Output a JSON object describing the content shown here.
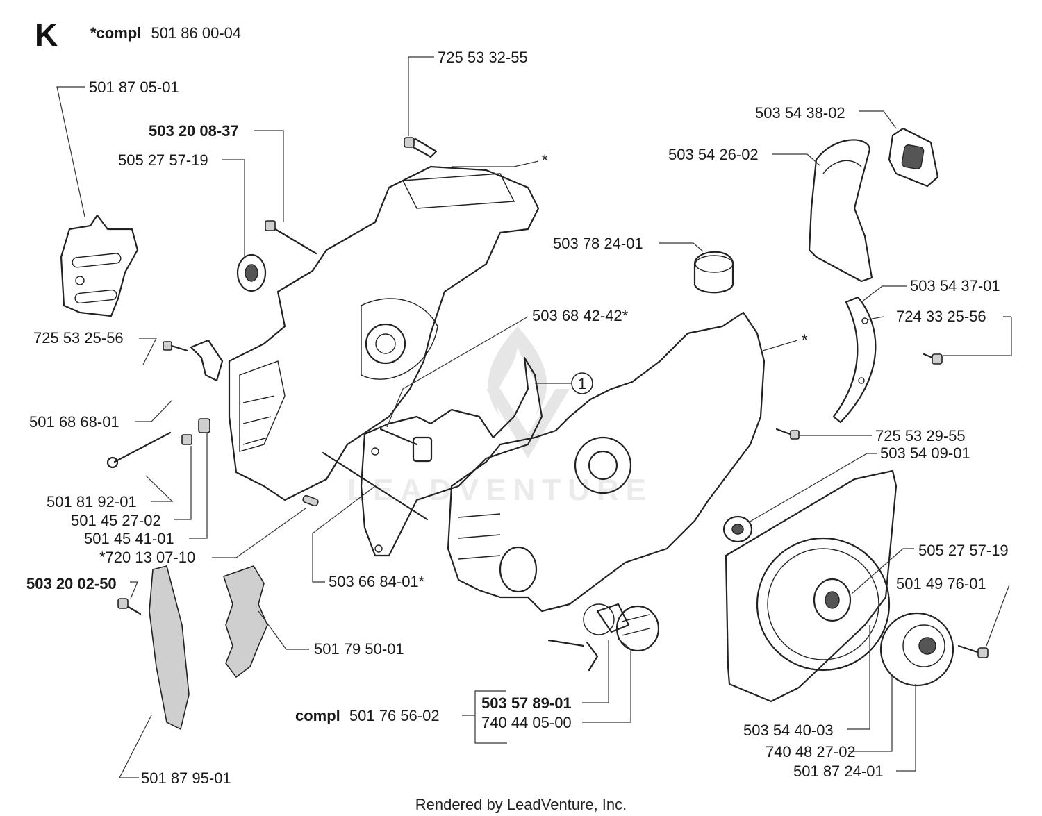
{
  "diagram": {
    "letter": "K",
    "assembly_prefix": "*compl",
    "assembly_number": "501 86 00-04",
    "footer": "Rendered by LeadVenture, Inc.",
    "watermark": "LEADVENTURE",
    "callout_number": "1",
    "labels": [
      {
        "id": "p-725-53-32-55",
        "text": "725 53 32-55",
        "bold": false
      },
      {
        "id": "p-501-87-05-01",
        "text": "501 87 05-01",
        "bold": false
      },
      {
        "id": "p-503-20-08-37",
        "text": "503 20 08-37",
        "bold": true
      },
      {
        "id": "p-505-27-57-19-a",
        "text": "505 27 57-19",
        "bold": false
      },
      {
        "id": "p-star-top",
        "text": "*",
        "bold": false
      },
      {
        "id": "p-503-54-38-02",
        "text": "503 54 38-02",
        "bold": false
      },
      {
        "id": "p-503-54-26-02",
        "text": "503 54 26-02",
        "bold": false
      },
      {
        "id": "p-503-78-24-01",
        "text": "503 78 24-01",
        "bold": false
      },
      {
        "id": "p-503-54-37-01",
        "text": "503 54 37-01",
        "bold": false
      },
      {
        "id": "p-724-33-25-56",
        "text": "724 33 25-56",
        "bold": false
      },
      {
        "id": "p-503-68-42-42",
        "text": "503 68 42-42*",
        "bold": false
      },
      {
        "id": "p-725-53-25-56",
        "text": "725 53 25-56",
        "bold": false
      },
      {
        "id": "p-star-mid",
        "text": "*",
        "bold": false
      },
      {
        "id": "p-501-68-68-01",
        "text": "501 68 68-01",
        "bold": false
      },
      {
        "id": "p-725-53-29-55",
        "text": "725 53 29-55",
        "bold": false
      },
      {
        "id": "p-503-54-09-01",
        "text": "503 54 09-01",
        "bold": false
      },
      {
        "id": "p-501-81-92-01",
        "text": "501 81 92-01",
        "bold": false
      },
      {
        "id": "p-501-45-27-02",
        "text": "501 45 27-02",
        "bold": false
      },
      {
        "id": "p-501-45-41-01",
        "text": "501 45 41-01",
        "bold": false
      },
      {
        "id": "p-720-13-07-10",
        "text": "*720 13 07-10",
        "bold": false
      },
      {
        "id": "p-505-27-57-19-b",
        "text": "505 27 57-19",
        "bold": false
      },
      {
        "id": "p-501-49-76-01",
        "text": "501 49 76-01",
        "bold": false
      },
      {
        "id": "p-503-20-02-50",
        "text": "503 20 02-50",
        "bold": true
      },
      {
        "id": "p-503-66-84-01",
        "text": "503 66 84-01*",
        "bold": false
      },
      {
        "id": "p-501-79-50-01",
        "text": "501 79 50-01",
        "bold": false
      },
      {
        "id": "p-503-57-89-01",
        "text": "503 57 89-01",
        "bold": true
      },
      {
        "id": "p-compl-prefix",
        "text": "compl",
        "bold": true
      },
      {
        "id": "p-501-76-56-02",
        "text": "501 76 56-02",
        "bold": false
      },
      {
        "id": "p-740-44-05-00",
        "text": "740 44 05-00",
        "bold": false
      },
      {
        "id": "p-503-54-40-03",
        "text": "503 54 40-03",
        "bold": false
      },
      {
        "id": "p-740-48-27-02",
        "text": "740 48 27-02",
        "bold": false
      },
      {
        "id": "p-501-87-24-01",
        "text": "501 87 24-01",
        "bold": false
      },
      {
        "id": "p-501-87-95-01",
        "text": "501 87 95-01",
        "bold": false
      }
    ]
  }
}
